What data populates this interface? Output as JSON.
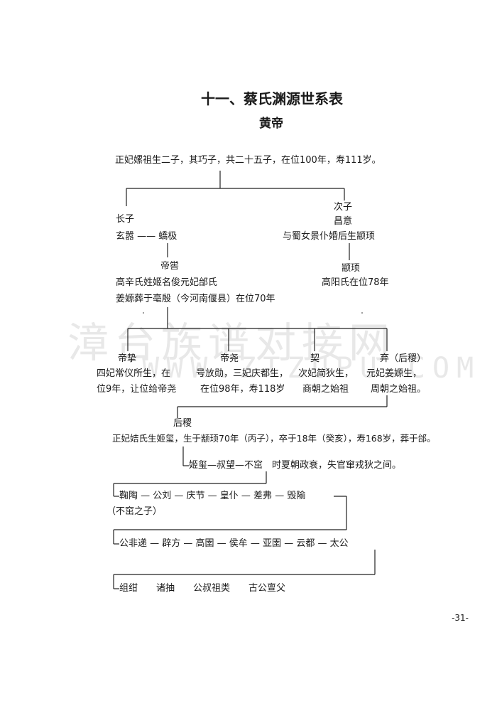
{
  "heading": {
    "title": "十一、蔡氏渊源世系表",
    "subtitle": "黄帝"
  },
  "nodes": {
    "huangdi_note": "正妃嫘祖生二子，其巧子，共二十五子，在位100年，寿111岁。",
    "xuanxiao_rank": "长子",
    "xuanxiao_line": "玄嚣 —— 蟜极",
    "changyi_rank": "次子",
    "changyi_name": "昌意",
    "changyi_note": "与蜀女景仆婚后生颛顼",
    "diku_name": "帝喾",
    "diku_note1": "高辛氏姓姬名俊元妃邰氏",
    "diku_note2": "姜嫄葬于亳殷（今河南偃县）在位70年",
    "zhuanxu_name": "颛顼",
    "zhuanxu_note": "高阳氏在位78年",
    "dizhi_name": "帝挚",
    "dizhi_note1": "四妃常仪所生，在",
    "dizhi_note2": "位9年，让位给帝尧",
    "diyao_name": "帝尧",
    "diyao_note1": "号放勋，三妃庆都生，",
    "diyao_note2": "在位98年，寿118岁",
    "qi_name": "契",
    "qi_note1": "次妃简狄生，",
    "qi_note2": "商朝之始祖",
    "qi2_name": "弃（后稷）",
    "qi2_note1": "元妃姜嫄生，",
    "qi2_note2": "周朝之始祖。",
    "houji_name": "后稷",
    "houji_note": "正妃姞氏生姬玺，生于颛顼70年（丙子），卒于18年（癸亥），寿168岁，葬于邰。",
    "line1": "姬玺—叔望—不窋　时夏朝政衰，失官窜戎狄之间。",
    "line2": "鞠陶 — 公刘 — 庆节 — 皇仆 — 差弗 — 毁隃",
    "line2_note": "（不窋之子）",
    "line3": "公非递 — 辟方 — 高圉 — 侯牟 — 亚圉 — 云都 — 太公",
    "line4": "组绀　　诸抽　　公叔祖类　　古公亶父"
  },
  "watermark": {
    "line1": "漳台族谱对接网",
    "line2": "WWW.ZTZUPU.COM"
  },
  "page_number": "-31-"
}
